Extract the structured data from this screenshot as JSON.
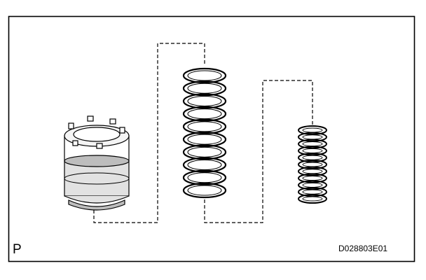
{
  "figure": {
    "corner_letter": "P",
    "code": "D028803E01"
  },
  "colors": {
    "ink": "#000000",
    "background": "#ffffff",
    "shade": "#bdbdbd",
    "light_shade": "#e2e2e2"
  },
  "icons": [
    "piston-part",
    "large-coil-spring",
    "small-coil-spring"
  ]
}
